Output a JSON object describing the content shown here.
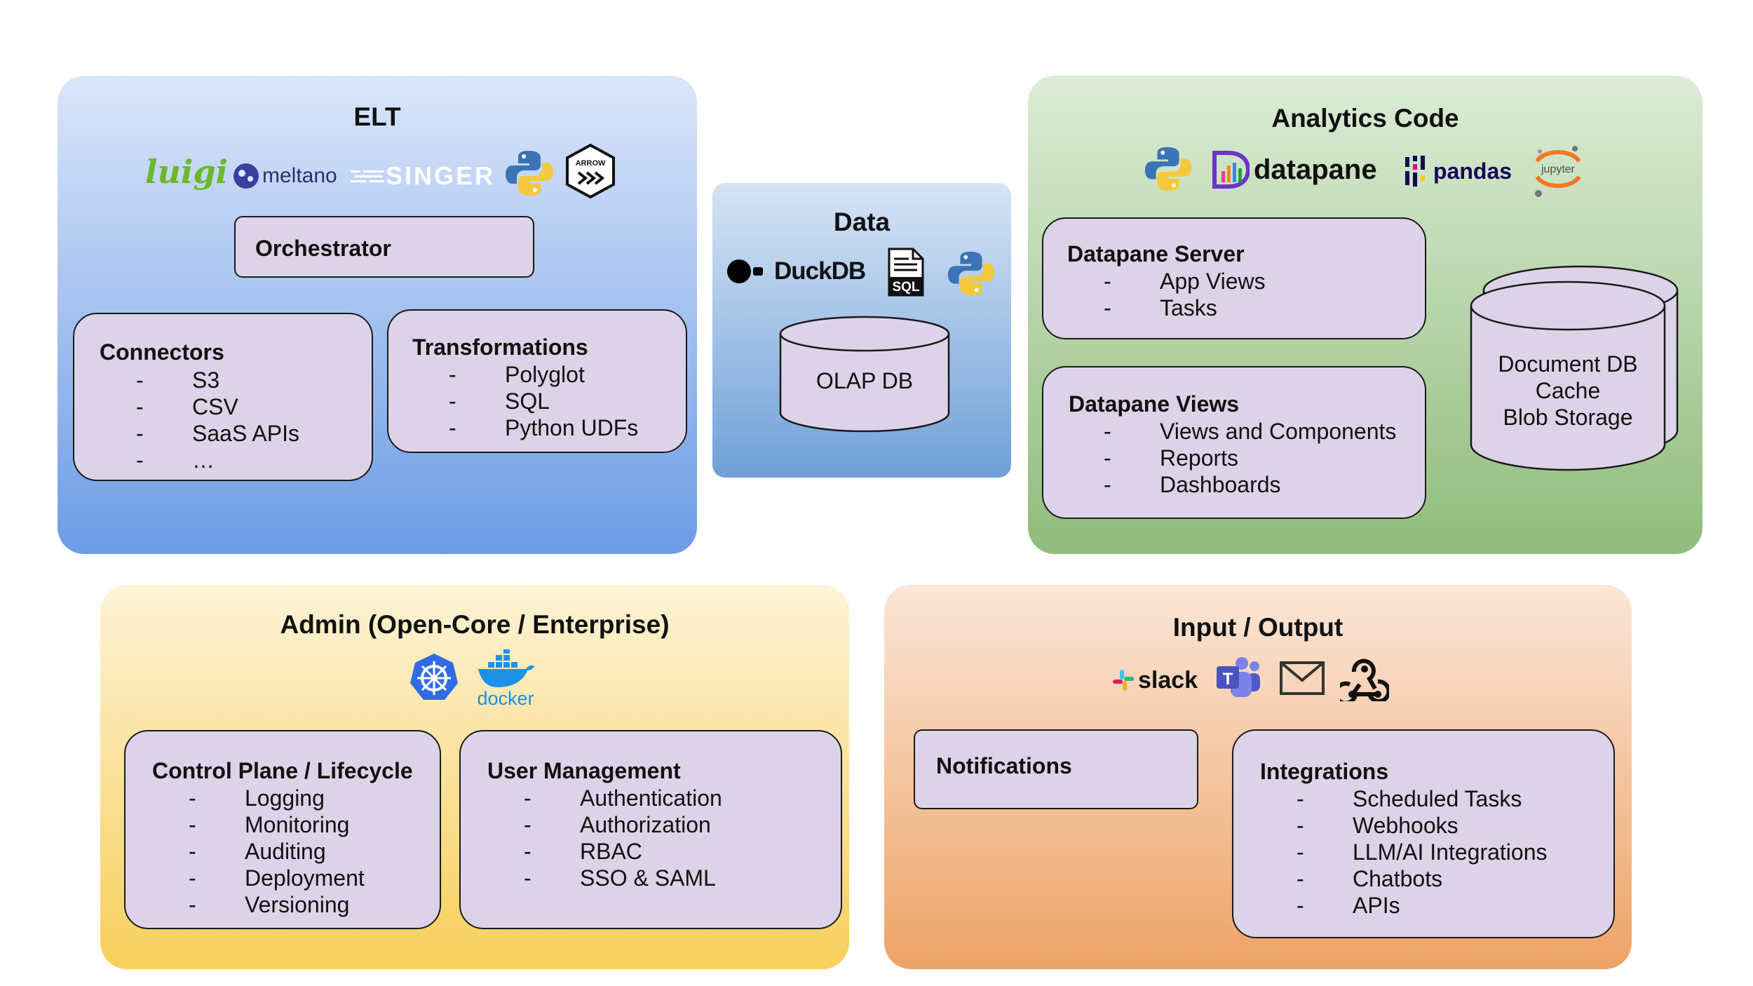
{
  "elt": {
    "title": "ELT",
    "logos": [
      "luigi",
      "meltano",
      "SINGER",
      "python",
      "ARROW"
    ],
    "orchestrator": "Orchestrator",
    "connectors": {
      "title": "Connectors",
      "items": [
        "S3",
        "CSV",
        "SaaS APIs",
        "…"
      ]
    },
    "transformations": {
      "title": "Transformations",
      "items": [
        "Polyglot",
        "SQL",
        "Python UDFs"
      ]
    }
  },
  "data": {
    "title": "Data",
    "logos": [
      "DuckDB",
      "SQL",
      "python"
    ],
    "olap": "OLAP DB"
  },
  "analytics": {
    "title": "Analytics Code",
    "logos": [
      "python",
      "datapane",
      "pandas",
      "jupyter"
    ],
    "server": {
      "title": "Datapane Server",
      "items": [
        "App Views",
        "Tasks"
      ]
    },
    "views": {
      "title": "Datapane Views",
      "items": [
        "Views and Components",
        "Reports",
        "Dashboards"
      ]
    },
    "storage": [
      "Document DB",
      "Cache",
      "Blob Storage"
    ]
  },
  "admin": {
    "title": "Admin (Open-Core / Enterprise)",
    "logos": [
      "kubernetes",
      "docker"
    ],
    "control": {
      "title": "Control Plane / Lifecycle",
      "items": [
        "Logging",
        "Monitoring",
        "Auditing",
        "Deployment",
        "Versioning"
      ]
    },
    "users": {
      "title": "User Management",
      "items": [
        "Authentication",
        "Authorization",
        "RBAC",
        "SSO & SAML"
      ]
    }
  },
  "io": {
    "title": "Input / Output",
    "logos": [
      "slack",
      "teams",
      "email",
      "webhooks"
    ],
    "notifications": "Notifications",
    "integrations": {
      "title": "Integrations",
      "items": [
        "Scheduled Tasks",
        "Webhooks",
        "LLM/AI Integrations",
        "Chatbots",
        "APIs"
      ]
    }
  },
  "colors": {
    "elt": [
      "#dbe6fa",
      "#6d9ce6"
    ],
    "data": [
      "#d6e4f4",
      "#6fa0d8"
    ],
    "analytics": [
      "#dcecd6",
      "#90bc7c"
    ],
    "admin": [
      "#fdf3d6",
      "#f8cf5c"
    ],
    "io": [
      "#fbe6d8",
      "#eda366"
    ],
    "box": "#ddd3e8"
  }
}
